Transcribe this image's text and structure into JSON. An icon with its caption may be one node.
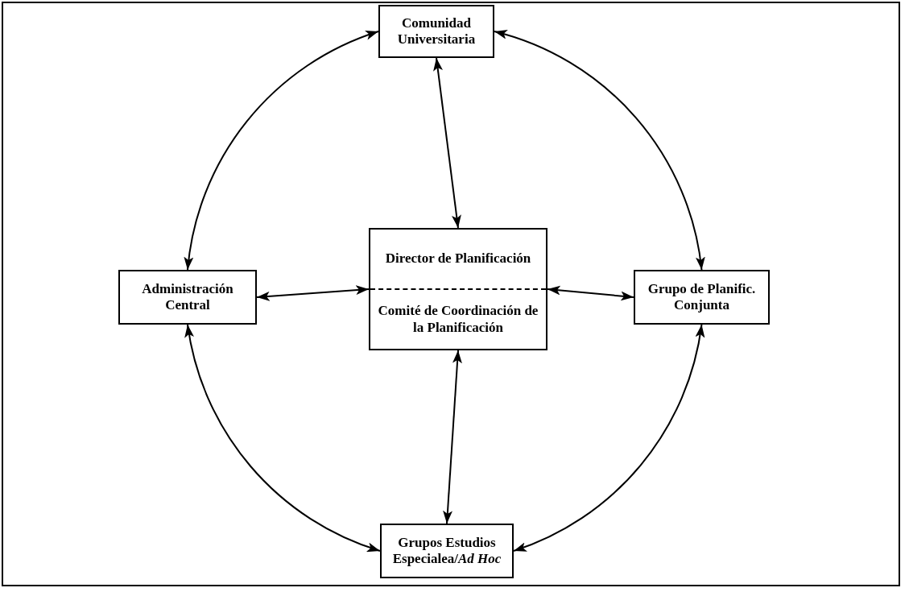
{
  "diagram": {
    "nodes": [
      {
        "text": [
          "Comunidad Universitaria"
        ]
      },
      {
        "text": [
          "Administración Central"
        ]
      },
      {
        "text": [
          "Director de Planificación",
          "Comité de Coordinación de la Planificación"
        ]
      },
      {
        "text": [
          "Grupo de Planific. Conjunta"
        ]
      },
      {
        "text": [
          "Grupos Estudios Especialea/*Ad Hoc*"
        ]
      }
    ],
    "edges": [
      {
        "from": 0,
        "to": 2,
        "arrow": "both"
      },
      {
        "from": 1,
        "to": 2,
        "arrow": "both"
      },
      {
        "from": 2,
        "to": 3,
        "arrow": "both"
      },
      {
        "from": 2,
        "to": 4,
        "arrow": "both"
      },
      {
        "from": 0,
        "to": 1,
        "arrow": "both"
      },
      {
        "from": 0,
        "to": 3,
        "arrow": "both"
      },
      {
        "from": 1,
        "to": 4,
        "arrow": "both"
      },
      {
        "from": 3,
        "to": 4,
        "arrow": "both"
      }
    ]
  }
}
